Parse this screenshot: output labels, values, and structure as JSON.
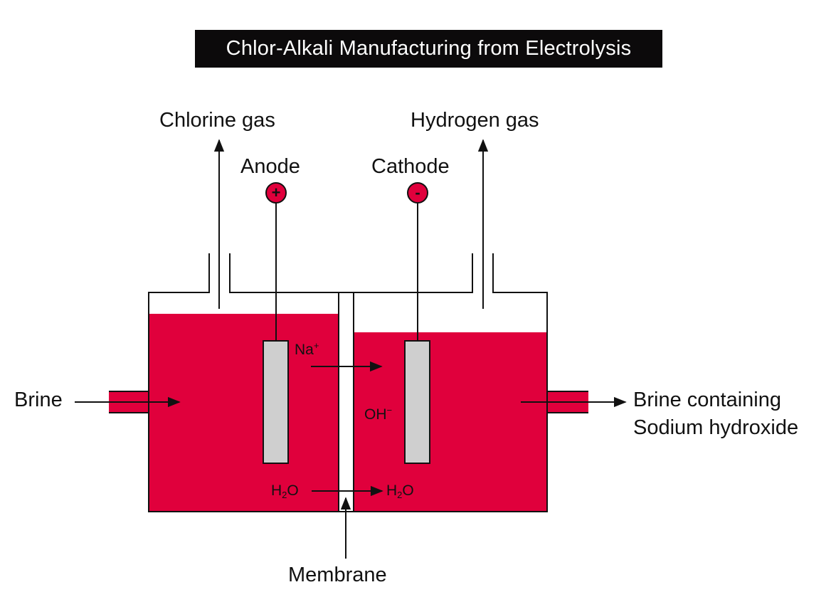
{
  "title": "Chlor-Alkali Manufacturing from Electrolysis",
  "labels": {
    "chlorine_gas": "Chlorine gas",
    "hydrogen_gas": "Hydrogen gas",
    "anode": "Anode",
    "cathode": "Cathode",
    "anode_sign": "+",
    "cathode_sign": "-",
    "brine": "Brine",
    "brine_out_line1": "Brine containing",
    "brine_out_line2": "Sodium hydroxide",
    "membrane": "Membrane"
  },
  "ions": {
    "na_base": "Na",
    "na_charge": "+",
    "oh_base": "OH",
    "oh_charge": "−",
    "h2o_left_h": "H",
    "h2o_left_sub": "2",
    "h2o_left_o": "O",
    "h2o_right_h": "H",
    "h2o_right_sub": "2",
    "h2o_right_o": "O"
  },
  "colors": {
    "electrolyte": "#e0003c",
    "electrode": "#cfcfcf",
    "title_bg": "#0c0a0b",
    "outline": "#111111"
  }
}
